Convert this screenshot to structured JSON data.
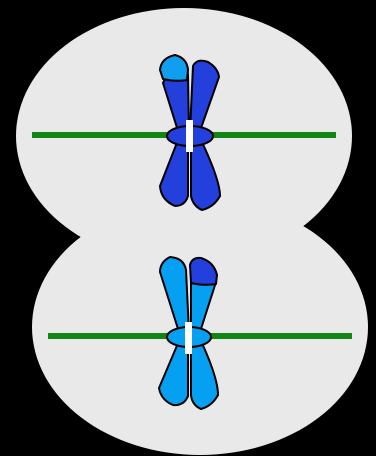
{
  "diagram": {
    "background_color": "#000000",
    "cell_fill": "#e9e9e9",
    "cell_stroke": "#000000",
    "spindle_color": "#128612",
    "centromere_color": "#ffffff",
    "cells": [
      {
        "name": "upper-cell",
        "chromosome": {
          "name": "dark-blue-chromosome",
          "main_color": "#2340dc",
          "accent_color": "#0f9ef0",
          "accent_part": "upper-left-arm-tip"
        }
      },
      {
        "name": "lower-cell",
        "chromosome": {
          "name": "light-blue-chromosome",
          "main_color": "#06a0f3",
          "accent_color": "#2340dc",
          "accent_part": "upper-right-arm-tip"
        }
      }
    ]
  }
}
